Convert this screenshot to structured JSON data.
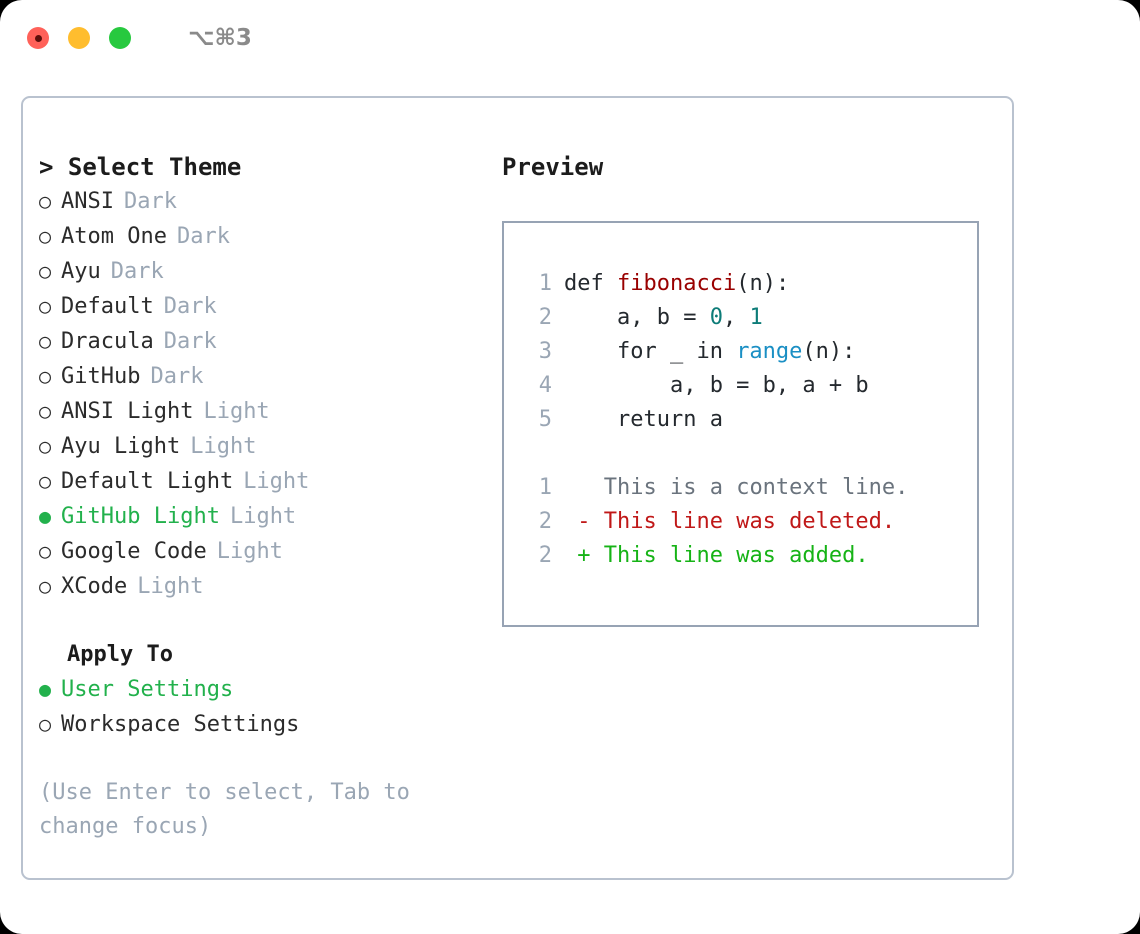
{
  "titlebar": {
    "shortcut": "⌥⌘3",
    "lights": [
      {
        "name": "close",
        "color": "#ff6159"
      },
      {
        "name": "minimize",
        "color": "#ffbd2e"
      },
      {
        "name": "maximize",
        "color": "#27c93f"
      }
    ]
  },
  "theme_list": {
    "heading": "> Select Theme",
    "bullet_selected": "●",
    "bullet_unselected": "○",
    "items": [
      {
        "name": "ANSI",
        "kind": "Dark",
        "selected": false
      },
      {
        "name": "Atom One",
        "kind": "Dark",
        "selected": false
      },
      {
        "name": "Ayu",
        "kind": "Dark",
        "selected": false
      },
      {
        "name": "Default",
        "kind": "Dark",
        "selected": false
      },
      {
        "name": "Dracula",
        "kind": "Dark",
        "selected": false
      },
      {
        "name": "GitHub",
        "kind": "Dark",
        "selected": false
      },
      {
        "name": "ANSI Light",
        "kind": "Light",
        "selected": false
      },
      {
        "name": "Ayu Light",
        "kind": "Light",
        "selected": false
      },
      {
        "name": "Default Light",
        "kind": "Light",
        "selected": false
      },
      {
        "name": "GitHub Light",
        "kind": "Light",
        "selected": true
      },
      {
        "name": "Google Code",
        "kind": "Light",
        "selected": false
      },
      {
        "name": "XCode",
        "kind": "Light",
        "selected": false
      }
    ]
  },
  "apply_to": {
    "heading": "Apply To",
    "items": [
      {
        "name": "User Settings",
        "selected": true
      },
      {
        "name": "Workspace Settings",
        "selected": false
      }
    ]
  },
  "hint": "(Use Enter to select, Tab to change focus)",
  "preview": {
    "title": "Preview",
    "code_lines": [
      {
        "no": "1",
        "segments": [
          {
            "t": "def ",
            "c": "plain"
          },
          {
            "t": "fibonacci",
            "c": "fn"
          },
          {
            "t": "(n):",
            "c": "plain"
          }
        ]
      },
      {
        "no": "2",
        "segments": [
          {
            "t": "    a, b = ",
            "c": "plain"
          },
          {
            "t": "0",
            "c": "num"
          },
          {
            "t": ", ",
            "c": "plain"
          },
          {
            "t": "1",
            "c": "num"
          }
        ]
      },
      {
        "no": "3",
        "segments": [
          {
            "t": "    for _ in ",
            "c": "plain"
          },
          {
            "t": "range",
            "c": "call"
          },
          {
            "t": "(n):",
            "c": "plain"
          }
        ]
      },
      {
        "no": "4",
        "segments": [
          {
            "t": "        a, b = b, a + b",
            "c": "plain"
          }
        ]
      },
      {
        "no": "5",
        "segments": [
          {
            "t": "    return a",
            "c": "plain"
          }
        ]
      }
    ],
    "diff_lines": [
      {
        "no": "1",
        "marker": " ",
        "text": " This is a context line.",
        "kind": "ctx"
      },
      {
        "no": "2",
        "marker": "-",
        "text": " This line was deleted.",
        "kind": "del"
      },
      {
        "no": "2",
        "marker": "+",
        "text": " This line was added.",
        "kind": "add"
      }
    ]
  },
  "colors": {
    "accent_green": "#22b14c",
    "muted": "#9aa6b4",
    "border": "#b9c2cf",
    "preview_border": "#97a3b4",
    "fn": "#990000",
    "num": "#0d7c78",
    "call": "#1a8fc4",
    "diff_add": "#16b316",
    "diff_del": "#c01818",
    "diff_ctx": "#6a737d"
  }
}
